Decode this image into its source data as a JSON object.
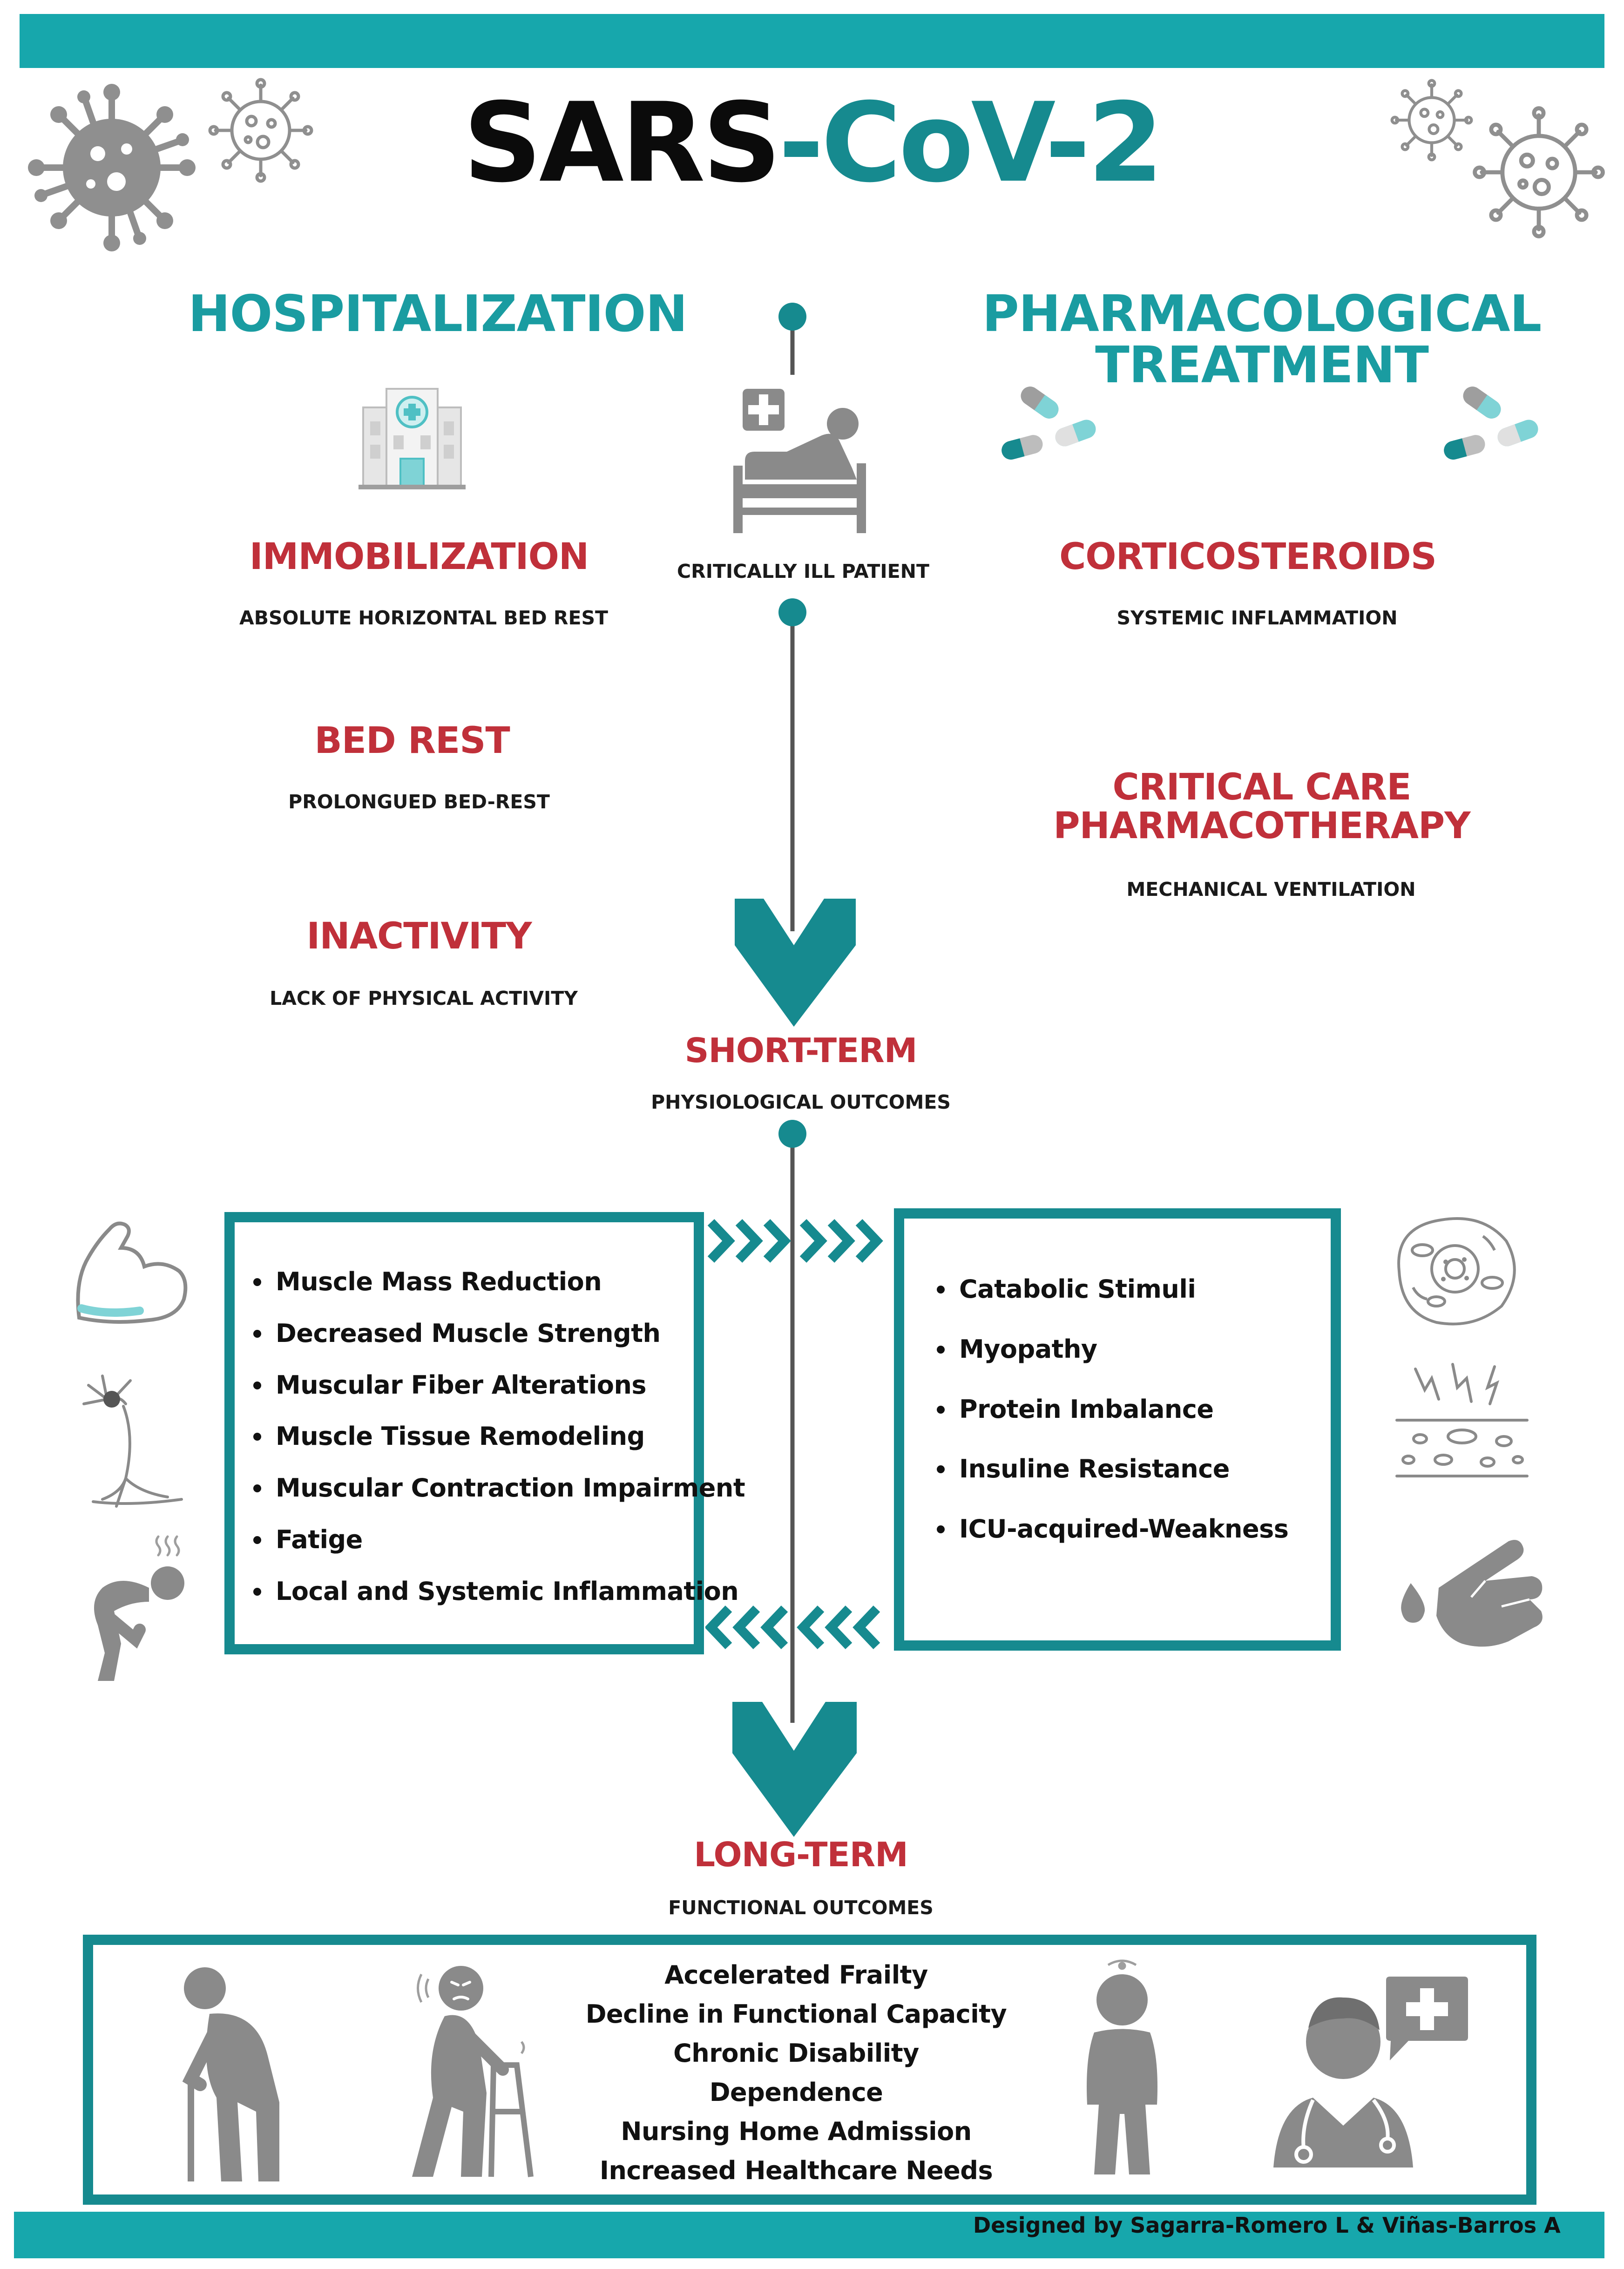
{
  "title": {
    "part1": "SARS",
    "part2": "-CoV-2"
  },
  "left_header": "HOSPITALIZATION",
  "right_header": {
    "line1": "PHARMACOLOGICAL",
    "line2": "TREATMENT"
  },
  "center_label": "CRITICALLY ILL PATIENT",
  "left_factors": [
    {
      "title": "IMMOBILIZATION",
      "subtitle": "ABSOLUTE HORIZONTAL BED REST"
    },
    {
      "title": "BED REST",
      "subtitle": "PROLONGUED BED-REST"
    },
    {
      "title": "INACTIVITY",
      "subtitle": "LACK OF PHYSICAL ACTIVITY"
    }
  ],
  "right_factors": [
    {
      "title": "CORTICOSTEROIDS",
      "subtitle": "SYSTEMIC INFLAMMATION"
    },
    {
      "title_line1": "CRITICAL CARE",
      "title_line2": "PHARMACOTHERAPY",
      "subtitle": "MECHANICAL VENTILATION"
    }
  ],
  "short_term": {
    "title": "SHORT-TERM",
    "subtitle": "PHYSIOLOGICAL OUTCOMES"
  },
  "left_box_items": [
    "Muscle Mass Reduction",
    "Decreased Muscle Strength",
    "Muscular Fiber Alterations",
    "Muscle Tissue Remodeling",
    "Muscular Contraction Impairment",
    "Fatige",
    "Local and Systemic Inflammation"
  ],
  "right_box_items": [
    "Catabolic Stimuli",
    "Myopathy",
    "Protein Imbalance",
    "Insuline Resistance",
    "ICU-acquired-Weakness"
  ],
  "long_term": {
    "title": "LONG-TERM",
    "subtitle": "FUNCTIONAL OUTCOMES"
  },
  "long_term_items": [
    "Accelerated Frailty",
    "Decline in Functional Capacity",
    "Chronic Disability",
    "Dependence",
    "Nursing Home Admission",
    "Increased Healthcare Needs"
  ],
  "credit": "Designed by Sagarra-Romero L & Viñas-Barros A",
  "colors": {
    "teal": "#17a7ac",
    "dark_teal": "#168a8f",
    "red": "#c0303a",
    "gray": "#8a8a8a",
    "light_teal": "#7fd3d6"
  },
  "icons": [
    "virus-icon",
    "hospital-building-icon",
    "hospital-bed-patient-icon",
    "pill-capsule-icon",
    "flexed-arm-icon",
    "neuron-icon",
    "fatigued-person-icon",
    "cell-icon",
    "inflammation-icon",
    "finger-prick-blood-icon",
    "elderly-cane-icon",
    "walker-person-icon",
    "dizzy-person-icon",
    "doctor-icon"
  ]
}
